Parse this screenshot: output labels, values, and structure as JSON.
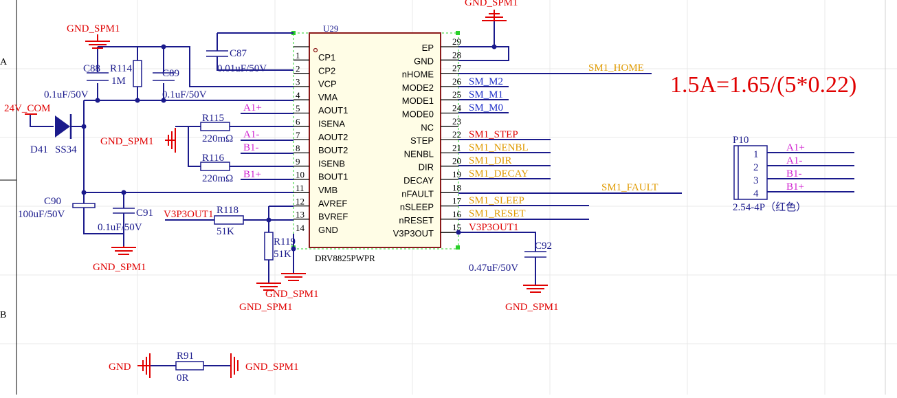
{
  "border": {
    "row_a": "A",
    "row_b": "B"
  },
  "note": {
    "formula": "1.5A=1.65/(5*0.22)",
    "color": "#e00000"
  },
  "ic": {
    "designator": "U29",
    "part": "DRV8825PWPR",
    "left_pins": [
      {
        "num": "1",
        "name": "CP1"
      },
      {
        "num": "2",
        "name": "CP2"
      },
      {
        "num": "3",
        "name": "VCP"
      },
      {
        "num": "4",
        "name": "VMA"
      },
      {
        "num": "5",
        "name": "AOUT1"
      },
      {
        "num": "6",
        "name": "ISENA"
      },
      {
        "num": "7",
        "name": "AOUT2"
      },
      {
        "num": "8",
        "name": "BOUT2"
      },
      {
        "num": "9",
        "name": "ISENB"
      },
      {
        "num": "10",
        "name": "BOUT1"
      },
      {
        "num": "11",
        "name": "VMB"
      },
      {
        "num": "12",
        "name": "AVREF"
      },
      {
        "num": "13",
        "name": "BVREF"
      },
      {
        "num": "14",
        "name": "GND"
      }
    ],
    "right_pins": [
      {
        "num": "29",
        "name": "EP"
      },
      {
        "num": "28",
        "name": "GND"
      },
      {
        "num": "27",
        "name": "nHOME"
      },
      {
        "num": "26",
        "name": "MODE2"
      },
      {
        "num": "25",
        "name": "MODE1"
      },
      {
        "num": "24",
        "name": "MODE0"
      },
      {
        "num": "23",
        "name": "NC"
      },
      {
        "num": "22",
        "name": "STEP"
      },
      {
        "num": "21",
        "name": "NENBL"
      },
      {
        "num": "20",
        "name": "DIR"
      },
      {
        "num": "19",
        "name": "DECAY"
      },
      {
        "num": "18",
        "name": "nFAULT"
      },
      {
        "num": "17",
        "name": "nSLEEP"
      },
      {
        "num": "16",
        "name": "nRESET"
      },
      {
        "num": "15",
        "name": "V3P3OUT"
      }
    ]
  },
  "right_nets": [
    {
      "pin": "27",
      "net": "SM1_HOME",
      "color": "orange"
    },
    {
      "pin": "26",
      "net": "SM_M2",
      "color": "blue"
    },
    {
      "pin": "25",
      "net": "SM_M1",
      "color": "blue"
    },
    {
      "pin": "24",
      "net": "SM_M0",
      "color": "blue"
    },
    {
      "pin": "22",
      "net": "SM1_STEP",
      "color": "red"
    },
    {
      "pin": "21",
      "net": "SM1_NENBL",
      "color": "orange"
    },
    {
      "pin": "20",
      "net": "SM1_DIR",
      "color": "orange"
    },
    {
      "pin": "19",
      "net": "SM1_DECAY",
      "color": "orange"
    },
    {
      "pin": "18",
      "net": "SM1_FAULT",
      "color": "orange"
    },
    {
      "pin": "17",
      "net": "SM1_SLEEP",
      "color": "orange"
    },
    {
      "pin": "16",
      "net": "SM1_RESET",
      "color": "orange"
    },
    {
      "pin": "15",
      "net": "V3P3OUT1",
      "color": "red"
    }
  ],
  "left_nets": {
    "a1p": "A1+",
    "a1n": "A1-",
    "b1n": "B1-",
    "b1p": "B1+"
  },
  "power": {
    "gnd_spm1": "GND_SPM1",
    "gnd": "GND",
    "vin": "24V_COM",
    "v3p3": "V3P3OUT1"
  },
  "components": {
    "c87": {
      "ref": "C87",
      "value": "0.01uF/50V"
    },
    "c88": {
      "ref": "C88",
      "value": "0.1uF/50V"
    },
    "r114": {
      "ref": "R114",
      "value": "1M"
    },
    "c89": {
      "ref": "C89",
      "value": "0.1uF/50V"
    },
    "d41": {
      "ref": "D41",
      "value": "SS34"
    },
    "r115": {
      "ref": "R115",
      "value": "220mΩ"
    },
    "r116": {
      "ref": "R116",
      "value": "220mΩ"
    },
    "c90": {
      "ref": "C90",
      "value": "100uF/50V"
    },
    "c91": {
      "ref": "C91",
      "value": "0.1uF/50V"
    },
    "r118": {
      "ref": "R118",
      "value": "51K"
    },
    "r119": {
      "ref": "R119",
      "value": "51K"
    },
    "c92": {
      "ref": "C92",
      "value": "0.47uF/50V"
    },
    "r91": {
      "ref": "R91",
      "value": "0R"
    }
  },
  "connector": {
    "ref": "P10",
    "value": "2.54-4P（红色）",
    "pins": [
      {
        "num": "1",
        "net": "A1+"
      },
      {
        "num": "2",
        "net": "A1-"
      },
      {
        "num": "3",
        "net": "B1-"
      },
      {
        "num": "4",
        "net": "B1+"
      }
    ]
  }
}
